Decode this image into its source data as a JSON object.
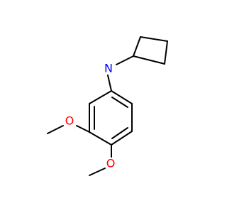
{
  "molecule": {
    "atoms": {
      "nitrogen": "N",
      "oxygen_upper": "O",
      "oxygen_lower": "O"
    },
    "colors": {
      "bond": "#000000",
      "nitrogen": "#0000ff",
      "oxygen": "#ff0000",
      "background": "#ffffff"
    }
  }
}
